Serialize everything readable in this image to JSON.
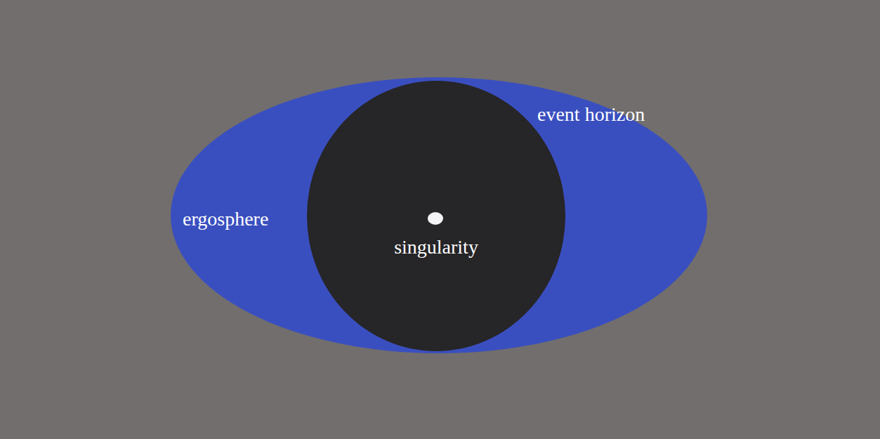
{
  "diagram": {
    "nodes": [
      {
        "text": [
          "ergosphere"
        ]
      },
      {
        "text": [
          "event horizon"
        ],
        "in": 0
      },
      {
        "text": [
          "singularity"
        ],
        "in": 1
      }
    ]
  }
}
